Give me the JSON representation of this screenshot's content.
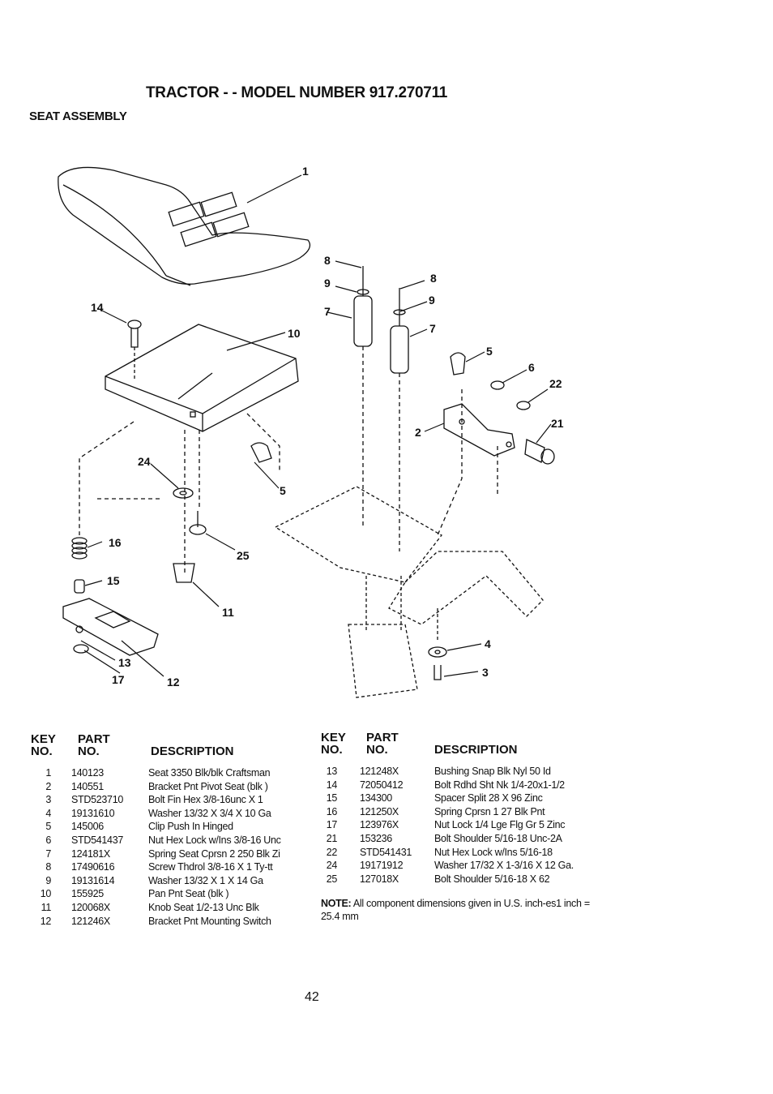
{
  "header": {
    "title": "TRACTOR - - MODEL NUMBER 917.270711",
    "subtitle": "SEAT ASSEMBLY"
  },
  "diagram": {
    "callouts": [
      "1",
      "2",
      "3",
      "4",
      "5",
      "5",
      "6",
      "7",
      "7",
      "8",
      "8",
      "9",
      "9",
      "10",
      "11",
      "12",
      "13",
      "14",
      "15",
      "16",
      "17",
      "21",
      "22",
      "24",
      "25"
    ]
  },
  "parts_table": {
    "headers": {
      "key_line1": "KEY",
      "key_line2": "NO.",
      "part_line1": "PART",
      "part_line2": "NO.",
      "description": "DESCRIPTION"
    },
    "left": [
      {
        "key": "1",
        "part": "140123",
        "description": "Seat 3350 Blk/blk Craftsman"
      },
      {
        "key": "2",
        "part": "140551",
        "description": "Bracket Pnt Pivot Seat (blk )"
      },
      {
        "key": "3",
        "part": "STD523710",
        "description": "Bolt Fin Hex 3/8-16unc X 1"
      },
      {
        "key": "4",
        "part": "19131610",
        "description": "Washer 13/32 X 3/4 X 10 Ga"
      },
      {
        "key": "5",
        "part": "145006",
        "description": "Clip Push In Hinged"
      },
      {
        "key": "6",
        "part": "STD541437",
        "description": "Nut Hex Lock w/Ins 3/8-16 Unc"
      },
      {
        "key": "7",
        "part": "124181X",
        "description": "Spring Seat Cprsn 2 250 Blk Zi"
      },
      {
        "key": "8",
        "part": "17490616",
        "description": "Screw Thdrol 3/8-16 X 1 Ty-tt"
      },
      {
        "key": "9",
        "part": "19131614",
        "description": "Washer 13/32 X 1 X 14 Ga"
      },
      {
        "key": "10",
        "part": "155925",
        "description": "Pan Pnt Seat (blk )"
      },
      {
        "key": "11",
        "part": "120068X",
        "description": "Knob Seat 1/2-13 Unc Blk"
      },
      {
        "key": "12",
        "part": "121246X",
        "description": "Bracket Pnt Mounting Switch"
      }
    ],
    "right": [
      {
        "key": "13",
        "part": "121248X",
        "description": "Bushing Snap Blk Nyl 50 Id"
      },
      {
        "key": "14",
        "part": "72050412",
        "description": "Bolt Rdhd Sht Nk 1/4-20x1-1/2"
      },
      {
        "key": "15",
        "part": "134300",
        "description": "Spacer Split 28 X 96 Zinc"
      },
      {
        "key": "16",
        "part": "121250X",
        "description": "Spring Cprsn 1 27 Blk Pnt"
      },
      {
        "key": "17",
        "part": "123976X",
        "description": "Nut Lock 1/4 Lge Flg Gr 5 Zinc"
      },
      {
        "key": "21",
        "part": "153236",
        "description": "Bolt Shoulder 5/16-18 Unc-2A"
      },
      {
        "key": "22",
        "part": "STD541431",
        "description": "Nut Hex Lock w/Ins 5/16-18"
      },
      {
        "key": "24",
        "part": "19171912",
        "description": "Washer 17/32 X 1-3/16 X 12 Ga."
      },
      {
        "key": "25",
        "part": "127018X",
        "description": "Bolt Shoulder 5/16-18 X 62"
      }
    ]
  },
  "note": {
    "label": "NOTE:",
    "text": "All component dimensions given in U.S. inch-es1 inch = 25.4 mm"
  },
  "page_number": "42"
}
